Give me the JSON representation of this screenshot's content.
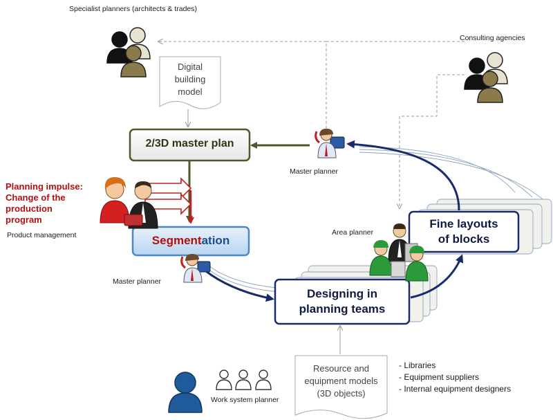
{
  "labels": {
    "specialist_planners": "Specialist planners (architects & trades)",
    "consulting_agencies": "Consulting agencies",
    "master_planner_top": "Master planner",
    "master_planner_bottom": "Master planner",
    "area_planner": "Area planner",
    "product_management": "Product management",
    "work_system_planner": "Work system planner"
  },
  "documents": {
    "digital_model": [
      "Digital",
      "building",
      "model"
    ],
    "resource_models": [
      "Resource and",
      "equipment  models",
      "(3D objects)"
    ]
  },
  "boxes": {
    "master_plan": "2/3D  master plan",
    "segmentation_a": "Segment",
    "segmentation_b": "ation",
    "designing": [
      "Designing in",
      "planning teams"
    ],
    "fine_layouts": [
      "Fine layouts",
      "of blocks"
    ]
  },
  "planning_impulse": [
    "Planning impulse:",
    "Change of the",
    "production",
    "program"
  ],
  "sources": [
    "- Libraries",
    "- Equipment suppliers",
    "- Internal equipment designers"
  ],
  "colors": {
    "dark_green": "#4a5a2a",
    "navy": "#1a2b6b",
    "red": "#b01010",
    "segment_blue": "#1d4e8c"
  }
}
